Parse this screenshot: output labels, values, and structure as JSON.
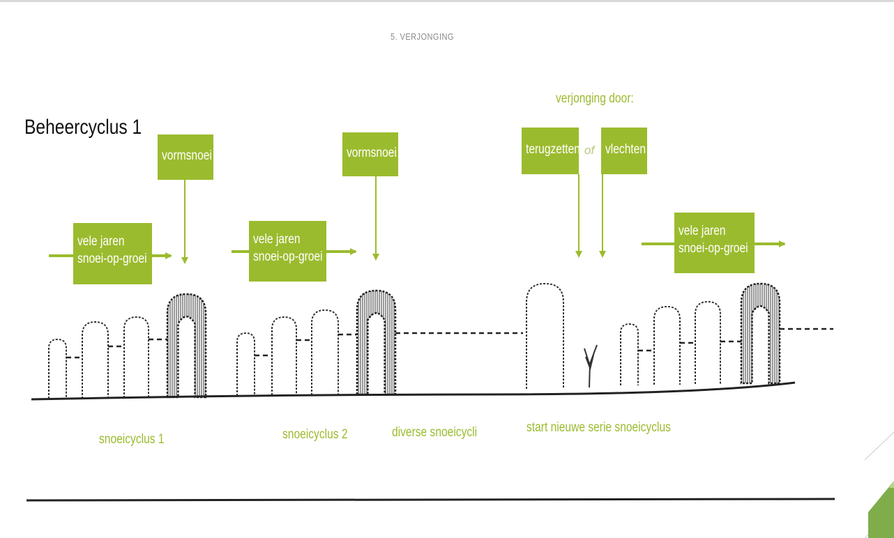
{
  "header": "5. VERJONGING",
  "title": "Beheercyclus 1",
  "verjonging_label": "verjonging door:",
  "boxes": {
    "vormsnoei_1": "vormsnoei",
    "vormsnoei_2": "vormsnoei",
    "vele_jaren_1": [
      "vele jaren",
      "snoei-op-groei"
    ],
    "vele_jaren_2": [
      "vele jaren",
      "snoei-op-groei"
    ],
    "vele_jaren_3": [
      "vele jaren",
      "snoei-op-groei"
    ],
    "terugzetten": "terugzetten",
    "of": "of",
    "vlechten": "vlechten"
  },
  "bottom_labels": [
    "snoeicyclus 1",
    "snoeicyclus 2",
    "diverse snoeicycli",
    "start nieuwe serie snoeicyclus"
  ],
  "colors": {
    "accent": "#9bbb2e",
    "ink": "#1a1a1a",
    "header": "#8a8a8a"
  }
}
